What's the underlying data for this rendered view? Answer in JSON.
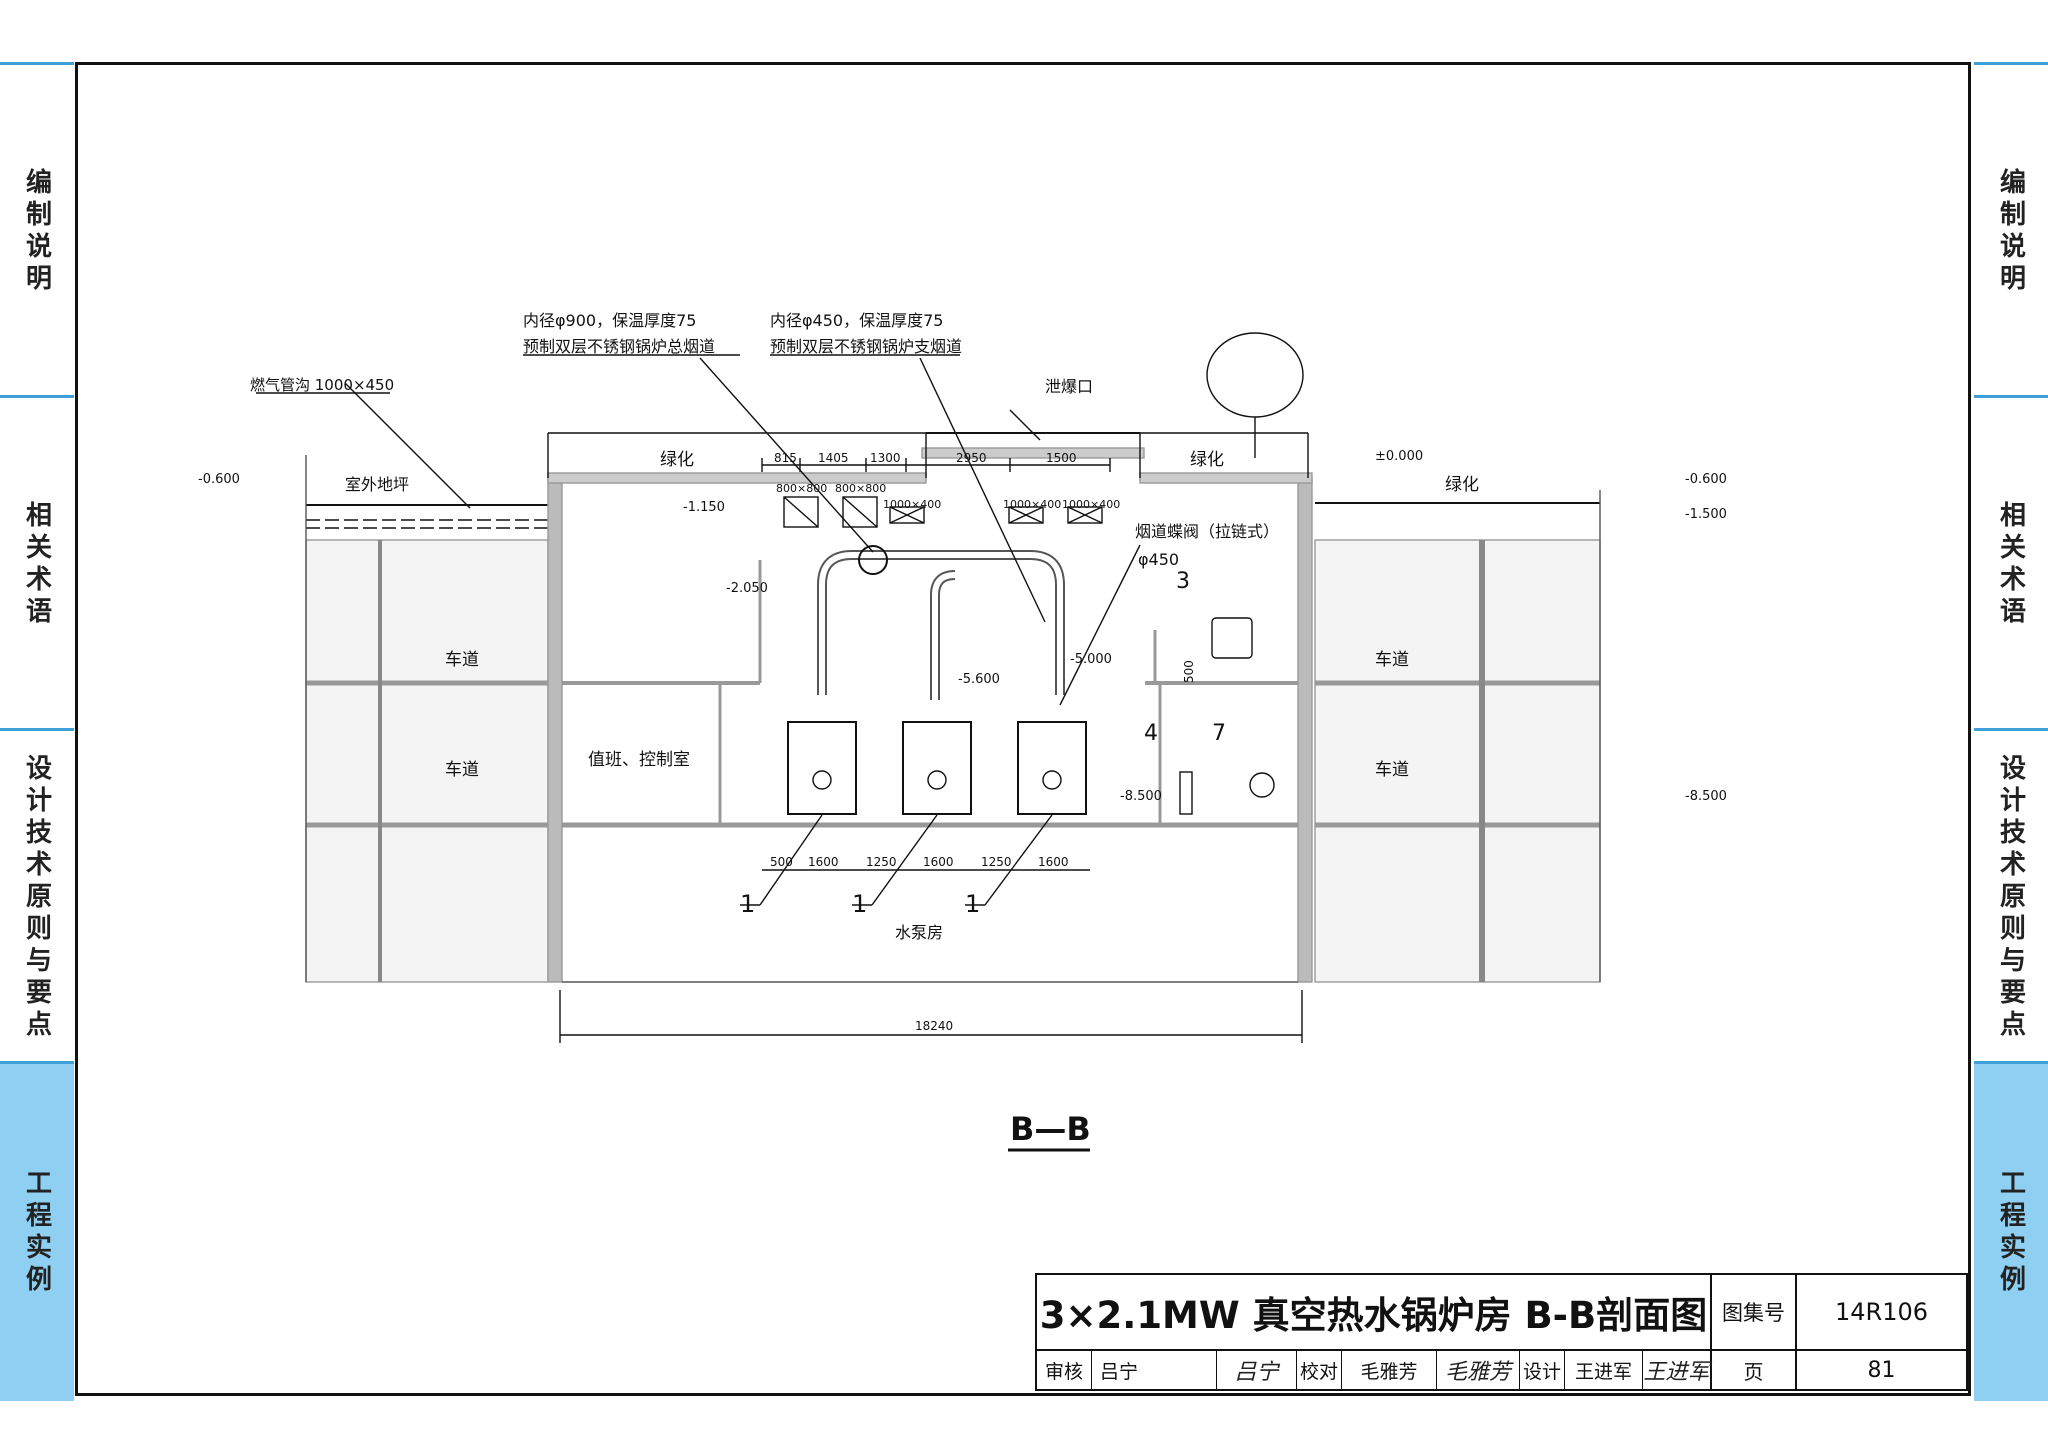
{
  "side_tabs": {
    "tab1": "编制说明",
    "tab2": "相关术语",
    "tab3": "设计技术原则与要点",
    "tab4": "工程实例"
  },
  "drawing": {
    "labels": {
      "gas_trench": "燃气管沟 1000×450",
      "main_flue_line1": "内径φ900，保温厚度75",
      "main_flue_line2": "预制双层不锈钢锅炉总烟道",
      "branch_flue_line1": "内径φ450，保温厚度75",
      "branch_flue_line2": "预制双层不锈钢锅炉支烟道",
      "explosion_vent": "泄爆口",
      "greening_1": "绿化",
      "greening_2": "绿化",
      "greening_3": "绿化",
      "outdoor_ground": "室外地坪",
      "lane_1": "车道",
      "lane_2": "车道",
      "lane_3": "车道",
      "lane_4": "车道",
      "duty_room": "值班、控制室",
      "pump_room": "水泵房",
      "flue_damper": "烟道蝶阀（拉链式）",
      "phi450": "φ450",
      "section_title": "B—B"
    },
    "elevations": {
      "e_m0600_left": "-0.600",
      "e_pm0000": "±0.000",
      "e_m0600_right": "-0.600",
      "e_m1500": "-1.500",
      "e_m1150": "-1.150",
      "e_m2050": "-2.050",
      "e_m5600": "-5.600",
      "e_m5000": "-5.000",
      "e_m8500_in": "-8.500",
      "e_m8500_right": "-8.500"
    },
    "dimensions": {
      "top": [
        "815",
        "1405",
        "1300",
        "2950",
        "1500"
      ],
      "bottom": [
        "500",
        "1600",
        "1250",
        "1600",
        "1250",
        "1600"
      ],
      "overall": "18240",
      "d500": "500"
    },
    "openings": [
      "800×800",
      "800×800",
      "1000×400",
      "1000×400",
      "1000×400"
    ],
    "callouts": {
      "boiler_1": "1",
      "boiler_2": "1",
      "boiler_3": "1",
      "tank": "3",
      "pump": "4",
      "unit7": "7"
    }
  },
  "title_block": {
    "title": "3×2.1MW 真空热水锅炉房 B-B剖面图",
    "atlas_label": "图集号",
    "atlas_no": "14R106",
    "review_label": "审核",
    "review_name": "吕宁",
    "check_label": "校对",
    "check_name": "毛雅芳",
    "design_label": "设计",
    "design_name": "王进军",
    "page_label": "页",
    "page_no": "81"
  }
}
